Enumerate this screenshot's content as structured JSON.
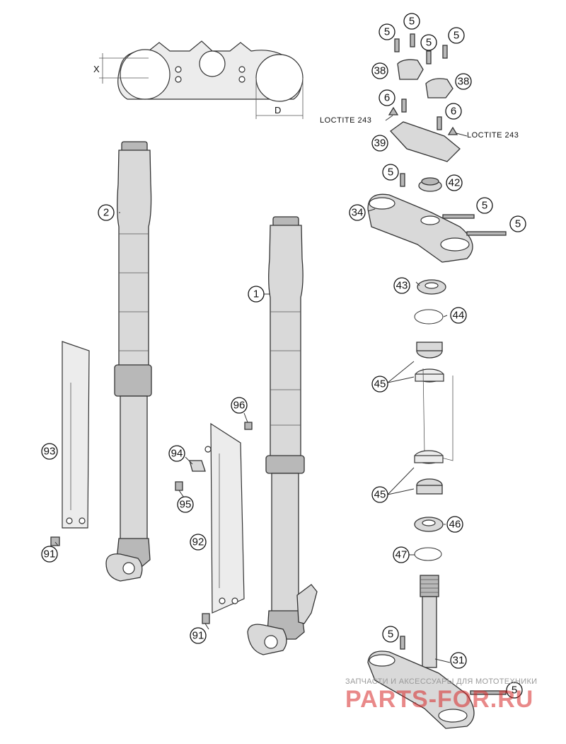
{
  "callouts": {
    "c1": "1",
    "c2": "2",
    "c5": "5",
    "c6": "6",
    "c31": "31",
    "c34": "34",
    "c38": "38",
    "c39": "39",
    "c42": "42",
    "c43": "43",
    "c44": "44",
    "c45": "45",
    "c46": "46",
    "c47": "47",
    "c91": "91",
    "c92": "92",
    "c93": "93",
    "c94": "94",
    "c95": "95",
    "c96": "96"
  },
  "labels": {
    "loctite": "LOCTITE 243",
    "dim_x": "X",
    "dim_d": "D"
  },
  "watermark": {
    "caption": "ЗАПЧАСТИ И АКСЕССУАРЫ ДЛЯ МОТОТЕХНИКИ",
    "brand": "PARTS-FOR.RU"
  }
}
